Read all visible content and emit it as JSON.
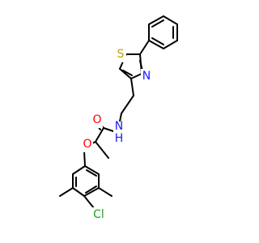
{
  "molecule": {
    "colors": {
      "bond": "#000000",
      "S": "#b8a400",
      "N": "#1a1aff",
      "O": "#ff0000",
      "Cl": "#1fa01f",
      "background": "#ffffff"
    },
    "atom_labels": {
      "S": "S",
      "N_thiazole": "N",
      "NH": "N",
      "NH_h": "H",
      "O_carbonyl": "O",
      "O_ether": "O",
      "Cl": "Cl"
    }
  }
}
